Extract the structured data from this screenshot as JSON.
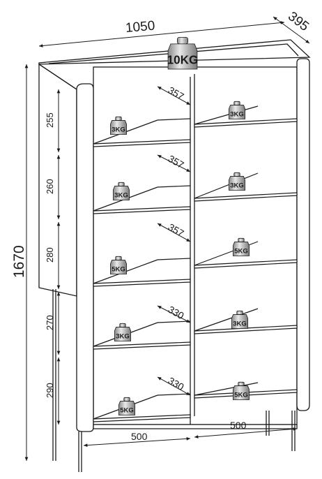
{
  "dimensions": {
    "width": "1050",
    "depth": "395",
    "height": "1670",
    "shelf_heights": [
      "255",
      "260",
      "280",
      "270",
      "290"
    ],
    "shelf_depths": [
      "357",
      "357",
      "357",
      "330",
      "330"
    ],
    "compartment_widths": [
      "500",
      "500"
    ]
  },
  "weights": {
    "top": "10KG",
    "left": [
      "3KG",
      "3KG",
      "5KG",
      "3KG",
      "5KG"
    ],
    "right": [
      "3KG",
      "3KG",
      "5KG",
      "3KG",
      "5KG"
    ]
  }
}
